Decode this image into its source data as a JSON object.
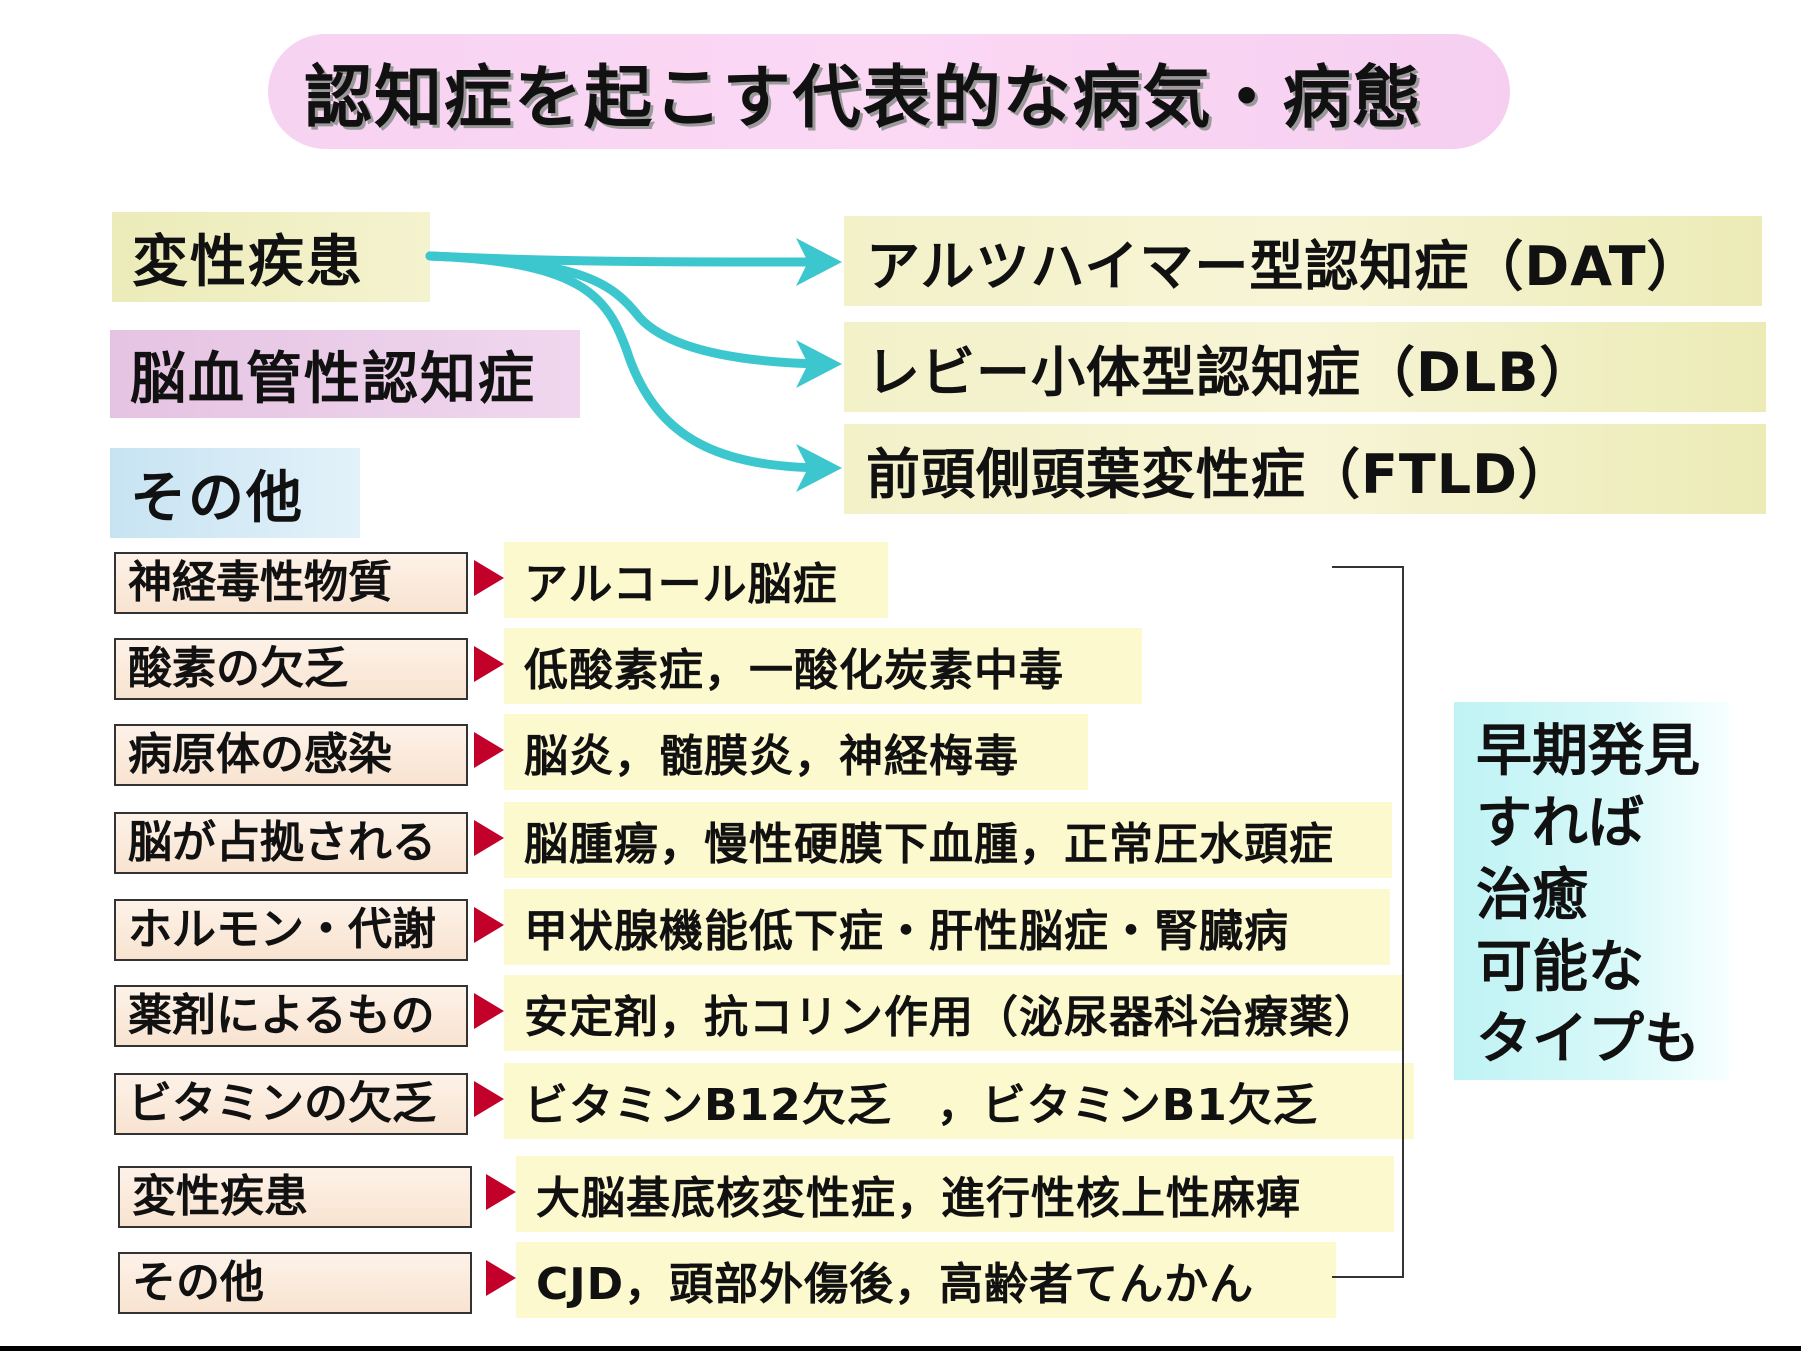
{
  "title": "認知症を起こす代表的な病気・病態",
  "categories": {
    "degenerative": "変性疾患",
    "vascular": "脳血管性認知症",
    "other": "その他"
  },
  "diseases": {
    "dat": "アルツハイマー型認知症（DAT）",
    "dlb": "レビー小体型認知症（DLB）",
    "ftld": "前頭側頭葉変性症（FTLD）"
  },
  "causes": [
    {
      "label": "神経毒性物質",
      "example": "アルコール脳症"
    },
    {
      "label": "酸素の欠乏",
      "example": "低酸素症，一酸化炭素中毒"
    },
    {
      "label": "病原体の感染",
      "example": "脳炎，髄膜炎，神経梅毒"
    },
    {
      "label": "脳が占拠される",
      "example": "脳腫瘍，慢性硬膜下血腫，正常圧水頭症"
    },
    {
      "label": "ホルモン・代謝",
      "example": "甲状腺機能低下症・肝性脳症・腎臓病"
    },
    {
      "label": "薬剤によるもの",
      "example": "安定剤，抗コリン作用（泌尿器科治療薬）"
    },
    {
      "label": "ビタミンの欠乏",
      "example": "ビタミンB12欠乏　，ビタミンB1欠乏"
    },
    {
      "label": "変性疾患",
      "example": "大脳基底核変性症，進行性核上性麻痺"
    },
    {
      "label": "その他",
      "example": "CJD，頭部外傷後，高齢者てんかん"
    }
  ],
  "callout": [
    "早期発見",
    "すれば",
    "治癒",
    "可能な",
    "タイプも"
  ],
  "colors": {
    "arrow": "#3cc7cf",
    "marker": "#c2002a",
    "title_bg": "#f9d4f3",
    "disease_bg": "#f4f2c8",
    "example_bg": "#fdf9cf"
  }
}
